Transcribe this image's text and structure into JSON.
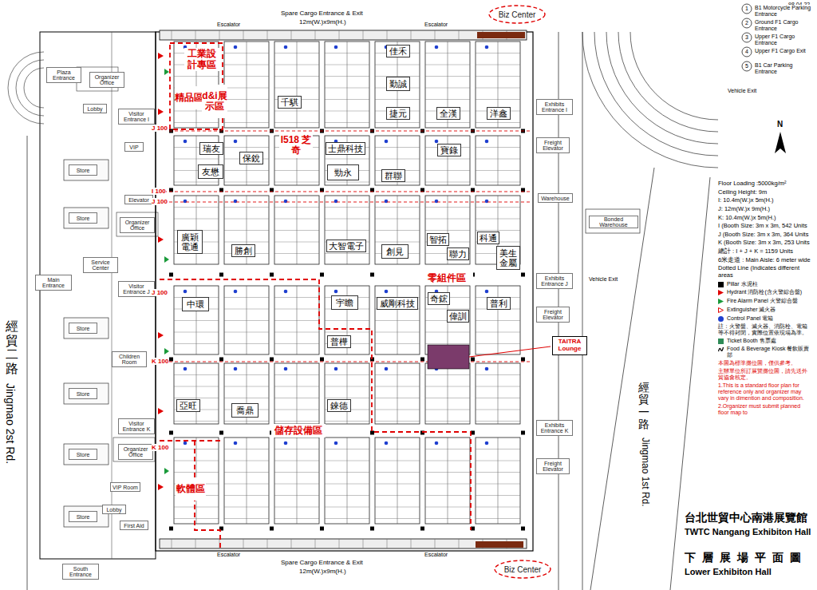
{
  "diagram": {
    "title": "台北世貿中心南港展覽館",
    "nodes": [
      {
        "text": [
          "工業設計專區"
        ]
      },
      {
        "text": [
          "精品區"
        ]
      },
      {
        "text": [
          "d&i展示區"
        ]
      },
      {
        "text": [
          "I518 芝奇"
        ]
      },
      {
        "text": [
          "零組件區"
        ]
      },
      {
        "text": [
          "TAITRA Lounge"
        ]
      },
      {
        "text": [
          "儲存設備區"
        ]
      },
      {
        "text": [
          "軟體區"
        ]
      },
      {
        "text": [
          "Biz Center"
        ]
      },
      {
        "text": [
          "Biz Center"
        ]
      },
      {
        "text": [
          "千騏"
        ]
      },
      {
        "text": [
          "佳禾"
        ]
      },
      {
        "text": [
          "勤誠"
        ]
      },
      {
        "text": [
          "捷元"
        ]
      },
      {
        "text": [
          "全漢"
        ]
      },
      {
        "text": [
          "洋鑫"
        ]
      },
      {
        "text": [
          "瑞友"
        ]
      },
      {
        "text": [
          "保銳"
        ]
      },
      {
        "text": [
          "士鼎科技"
        ]
      },
      {
        "text": [
          "寶錄"
        ]
      },
      {
        "text": [
          "友懋"
        ]
      },
      {
        "text": [
          "勁永"
        ]
      },
      {
        "text": [
          "群聯"
        ]
      },
      {
        "text": [
          "廣穎電通"
        ]
      },
      {
        "text": [
          "勝創"
        ]
      },
      {
        "text": [
          "大智電子"
        ]
      },
      {
        "text": [
          "創見"
        ]
      },
      {
        "text": [
          "智拓"
        ]
      },
      {
        "text": [
          "聯力"
        ]
      },
      {
        "text": [
          "科通"
        ]
      },
      {
        "text": [
          "美生金屬"
        ]
      },
      {
        "text": [
          "中環"
        ]
      },
      {
        "text": [
          "宇瞻"
        ]
      },
      {
        "text": [
          "威剛科技"
        ]
      },
      {
        "text": [
          "奇鋐"
        ]
      },
      {
        "text": [
          "偉訓"
        ]
      },
      {
        "text": [
          "普利"
        ]
      },
      {
        "text": [
          "普樺"
        ]
      },
      {
        "text": [
          "亞旺"
        ]
      },
      {
        "text": [
          "喬鼎"
        ]
      },
      {
        "text": [
          "錸德"
        ]
      },
      {
        "text": [
          "Plaza Entrance"
        ]
      },
      {
        "text": [
          "Organizer Office"
        ]
      },
      {
        "text": [
          "Lobby"
        ]
      },
      {
        "text": [
          "Visitor Entrance I"
        ]
      },
      {
        "text": [
          "VIP"
        ]
      },
      {
        "text": [
          "Store"
        ]
      },
      {
        "text": [
          "Elevator"
        ]
      },
      {
        "text": [
          "Store"
        ]
      },
      {
        "text": [
          "Organizer Office"
        ]
      },
      {
        "text": [
          "Service Center"
        ]
      },
      {
        "text": [
          "Main Entrance"
        ]
      },
      {
        "text": [
          "Visitor Entrance J"
        ]
      },
      {
        "text": [
          "Store"
        ]
      },
      {
        "text": [
          "Children Room"
        ]
      },
      {
        "text": [
          "Store"
        ]
      },
      {
        "text": [
          "Visitor Entrance K"
        ]
      },
      {
        "text": [
          "Organizer Office"
        ]
      },
      {
        "text": [
          "Store"
        ]
      },
      {
        "text": [
          "VIP Room"
        ]
      },
      {
        "text": [
          "Lobby"
        ]
      },
      {
        "text": [
          "Store"
        ]
      },
      {
        "text": [
          "First Aid"
        ]
      },
      {
        "text": [
          "South Entrance"
        ]
      },
      {
        "text": [
          "Exhibits Entrance I"
        ]
      },
      {
        "text": [
          "Freight Elevator"
        ]
      },
      {
        "text": [
          "Warehouse"
        ]
      },
      {
        "text": [
          "Exhibits Entrance J"
        ]
      },
      {
        "text": [
          "Freight Elevator"
        ]
      },
      {
        "text": [
          "Exhibits Entrance K"
        ]
      },
      {
        "text": [
          "Freight Elevator"
        ]
      },
      {
        "text": [
          "Bonded Warehouse"
        ]
      }
    ],
    "labels": [
      "98.04.22",
      "Spare Cargo Entrance & Exit",
      "12m(W.)x9m(H.)",
      "Escalator",
      "Escalator",
      "Escalator",
      "Escalator",
      "Spare Cargo Entrance & Exit",
      "12m(W.)x9m(H.)",
      "J 100",
      "I 100",
      "J 100",
      "J 100",
      "K 100",
      "K 100",
      "1",
      "B1 Motorcycle Parking Entrance",
      "2",
      "Ground F1 Cargo Entrance",
      "3",
      "Upper F1 Cargo Entrance",
      "4",
      "Upper F1 Cargo Exit",
      "5",
      "B1 Car Parking Entrance",
      "N",
      "Vehicle Exit",
      "Vehicle Exit",
      "Floor Loading :5000kg/m²",
      "Ceiling Height: 9m",
      "I: 10.4m(W.)x 5m(H.)",
      "J: 12m(W.)x 9m(H.)",
      "K: 10.4m(W.)x 5m(H.)",
      "I (Booth Size: 3m x 3m, 542 Units",
      "J (Booth Size: 3m x 3m, 364 Units",
      "K (Booth Size: 3m x 3m, 253 Units",
      "總計 : I + J + K = 1159 Units",
      "6米走道 : Main Aisle: 6 meter wide",
      "Dotted Line (Indicates different areas",
      "註：火警盤、滅火器、消防栓、電箱等不得封閉，實際位置依現場為準。",
      "本圖為標準攤位圖，僅供參考。",
      "主辦單位所訂展覽攤位圖，請先送外貿協會核定。",
      "1.This is a standard floor plan for reference only and organizer may vary in dimention and composition.",
      "2.Organizer must submit planned floor map to",
      "TWTC Nangang Exhibiton Hall",
      "下層展場平面圖",
      "Lower Exhibiton Hall",
      "經貿二路",
      "Jingmao 2st Rd.",
      "經貿一路",
      "Jingmao 1st Rd."
    ],
    "legend": [
      {
        "text": "Pillar 水泥柱",
        "color": "#000000"
      },
      {
        "text": "Hydrant 消防栓(含火警綜合盤)"
      },
      {
        "text": "Fire Alarm Panel 火警綜合盤"
      },
      {
        "text": "Extinguisher 滅火器"
      },
      {
        "text": "Control Panel 電箱",
        "color": "#1f3fcf"
      },
      {
        "text": "Ticket Booth 售票處",
        "color": "#2e8b57"
      },
      {
        "text": "Food & Beverage Kiosk 餐飲販賣部"
      }
    ]
  }
}
